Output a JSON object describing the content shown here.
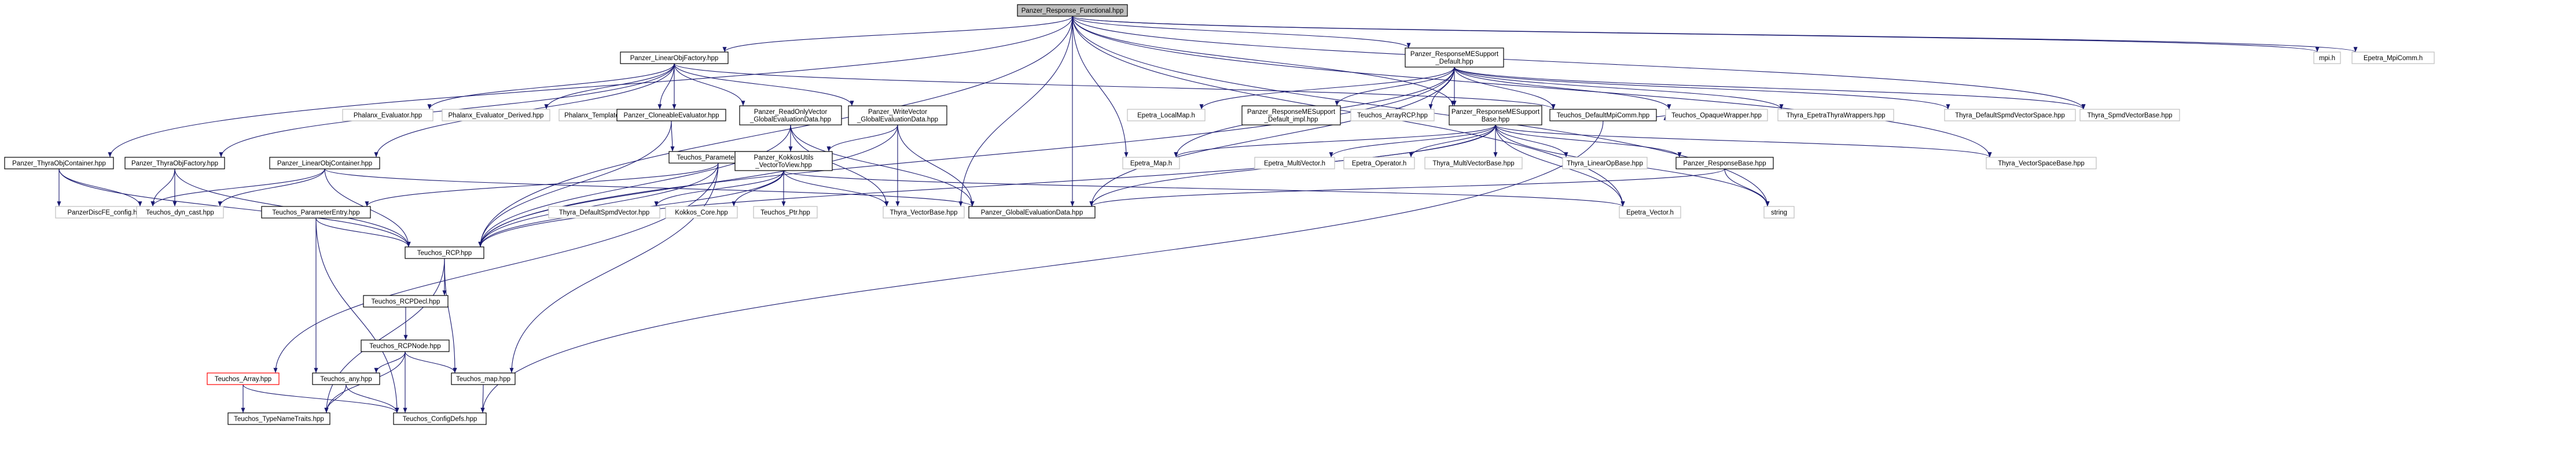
{
  "nodes": [
    {
      "id": "root",
      "lines": [
        "Panzer_Response_Functional.hpp"
      ],
      "style": "root"
    },
    {
      "id": "linobj",
      "lines": [
        "Panzer_LinearObjFactory.hpp"
      ],
      "style": "normal"
    },
    {
      "id": "rme",
      "lines": [
        "Panzer_ResponseMESupport",
        "_Default.hpp"
      ],
      "style": "normal"
    },
    {
      "id": "mpi",
      "lines": [
        "mpi.h"
      ],
      "style": "gray"
    },
    {
      "id": "mpicomm",
      "lines": [
        "Epetra_MpiComm.h"
      ],
      "style": "gray"
    },
    {
      "id": "thyraobjc",
      "lines": [
        "Panzer_ThyraObjContainer.hpp"
      ],
      "style": "normal"
    },
    {
      "id": "thyraobjf",
      "lines": [
        "Panzer_ThyraObjFactory.hpp"
      ],
      "style": "normal"
    },
    {
      "id": "linobjc",
      "lines": [
        "Panzer_LinearObjContainer.hpp"
      ],
      "style": "normal"
    },
    {
      "id": "phxeval",
      "lines": [
        "Phalanx_Evaluator.hpp"
      ],
      "style": "gray"
    },
    {
      "id": "phxder",
      "lines": [
        "Phalanx_Evaluator_Derived.hpp"
      ],
      "style": "gray"
    },
    {
      "id": "phxtm",
      "lines": [
        "Phalanx_TemplateManager.hpp"
      ],
      "style": "gray"
    },
    {
      "id": "cloneable",
      "lines": [
        "Panzer_CloneableEvaluator.hpp"
      ],
      "style": "normal"
    },
    {
      "id": "readonly",
      "lines": [
        "Panzer_ReadOnlyVector",
        "_GlobalEvaluationData.hpp"
      ],
      "style": "normal"
    },
    {
      "id": "writevec",
      "lines": [
        "Panzer_WriteVector",
        "_GlobalEvaluationData.hpp"
      ],
      "style": "normal"
    },
    {
      "id": "lmap",
      "lines": [
        "Epetra_LocalMap.h"
      ],
      "style": "gray"
    },
    {
      "id": "rmeimpl",
      "lines": [
        "Panzer_ResponseMESupport",
        "_Default_impl.hpp"
      ],
      "style": "normal"
    },
    {
      "id": "arrayrcp",
      "lines": [
        "Teuchos_ArrayRCP.hpp"
      ],
      "style": "gray"
    },
    {
      "id": "rmebase",
      "lines": [
        "Panzer_ResponseMESupport",
        "Base.hpp"
      ],
      "style": "normal"
    },
    {
      "id": "defmpi",
      "lines": [
        "Teuchos_DefaultMpiComm.hpp"
      ],
      "style": "normal"
    },
    {
      "id": "opaque",
      "lines": [
        "Teuchos_OpaqueWrapper.hpp"
      ],
      "style": "gray"
    },
    {
      "id": "thyraew",
      "lines": [
        "Thyra_EpetraThyraWrappers.hpp"
      ],
      "style": "gray"
    },
    {
      "id": "thyradsv",
      "lines": [
        "Thyra_DefaultSpmdVectorSpace.hpp"
      ],
      "style": "gray"
    },
    {
      "id": "thyrasvb",
      "lines": [
        "Thyra_SpmdVectorBase.hpp"
      ],
      "style": "gray"
    },
    {
      "id": "paramlist",
      "lines": [
        "Teuchos_ParameterList.hpp"
      ],
      "style": "normal"
    },
    {
      "id": "kokkos",
      "lines": [
        "Panzer_KokkosUtils",
        "_VectorToView.hpp"
      ],
      "style": "normal"
    },
    {
      "id": "emap",
      "lines": [
        "Epetra_Map.h"
      ],
      "style": "gray"
    },
    {
      "id": "emv",
      "lines": [
        "Epetra_MultiVector.h"
      ],
      "style": "gray"
    },
    {
      "id": "eop",
      "lines": [
        "Epetra_Operator.h"
      ],
      "style": "gray"
    },
    {
      "id": "tmvb",
      "lines": [
        "Thyra_MultiVectorBase.hpp"
      ],
      "style": "gray"
    },
    {
      "id": "tlob",
      "lines": [
        "Thyra_LinearOpBase.hpp"
      ],
      "style": "gray"
    },
    {
      "id": "respbase",
      "lines": [
        "Panzer_ResponseBase.hpp"
      ],
      "style": "normal"
    },
    {
      "id": "tvsb",
      "lines": [
        "Thyra_VectorSpaceBase.hpp"
      ],
      "style": "gray"
    },
    {
      "id": "pdfe",
      "lines": [
        "PanzerDiscFE_config.hpp"
      ],
      "style": "gray"
    },
    {
      "id": "dyncast",
      "lines": [
        "Teuchos_dyn_cast.hpp"
      ],
      "style": "gray"
    },
    {
      "id": "paramentry",
      "lines": [
        "Teuchos_ParameterEntry.hpp"
      ],
      "style": "normal"
    },
    {
      "id": "tdsv",
      "lines": [
        "Thyra_DefaultSpmdVector.hpp"
      ],
      "style": "gray"
    },
    {
      "id": "kcore",
      "lines": [
        "Kokkos_Core.hpp"
      ],
      "style": "gray"
    },
    {
      "id": "tptr",
      "lines": [
        "Teuchos_Ptr.hpp"
      ],
      "style": "gray"
    },
    {
      "id": "tvb",
      "lines": [
        "Thyra_VectorBase.hpp"
      ],
      "style": "gray"
    },
    {
      "id": "ged",
      "lines": [
        "Panzer_GlobalEvaluationData.hpp"
      ],
      "style": "normal"
    },
    {
      "id": "evec",
      "lines": [
        "Epetra_Vector.h"
      ],
      "style": "gray"
    },
    {
      "id": "string",
      "lines": [
        "string"
      ],
      "style": "gray"
    },
    {
      "id": "rcp",
      "lines": [
        "Teuchos_RCP.hpp"
      ],
      "style": "normal"
    },
    {
      "id": "rcpdecl",
      "lines": [
        "Teuchos_RCPDecl.hpp"
      ],
      "style": "normal"
    },
    {
      "id": "rcpnode",
      "lines": [
        "Teuchos_RCPNode.hpp"
      ],
      "style": "normal"
    },
    {
      "id": "tarray",
      "lines": [
        "Teuchos_Array.hpp"
      ],
      "style": "red"
    },
    {
      "id": "tany",
      "lines": [
        "Teuchos_any.hpp"
      ],
      "style": "normal"
    },
    {
      "id": "tmap",
      "lines": [
        "Teuchos_map.hpp"
      ],
      "style": "normal"
    },
    {
      "id": "ttnt",
      "lines": [
        "Teuchos_TypeNameTraits.hpp"
      ],
      "style": "normal"
    },
    {
      "id": "tcfg",
      "lines": [
        "Teuchos_ConfigDefs.hpp"
      ],
      "style": "normal"
    }
  ],
  "edges": [
    [
      "root",
      "linobj"
    ],
    [
      "root",
      "rme"
    ],
    [
      "root",
      "mpi"
    ],
    [
      "root",
      "mpicomm"
    ],
    [
      "root",
      "thyraobjc"
    ],
    [
      "root",
      "emap"
    ],
    [
      "root",
      "tvb"
    ],
    [
      "root",
      "ged"
    ],
    [
      "root",
      "rcp"
    ],
    [
      "root",
      "evec"
    ],
    [
      "root",
      "string"
    ],
    [
      "root",
      "tvsb"
    ],
    [
      "root",
      "rmebase"
    ],
    [
      "root",
      "thyrasvb"
    ],
    [
      "linobj",
      "thyraobjf"
    ],
    [
      "linobj",
      "linobjc"
    ],
    [
      "linobj",
      "phxeval"
    ],
    [
      "linobj",
      "phxder"
    ],
    [
      "linobj",
      "phxtm"
    ],
    [
      "linobj",
      "cloneable"
    ],
    [
      "linobj",
      "readonly"
    ],
    [
      "linobj",
      "writevec"
    ],
    [
      "linobj",
      "defmpi"
    ],
    [
      "rme",
      "lmap"
    ],
    [
      "rme",
      "rmeimpl"
    ],
    [
      "rme",
      "arrayrcp"
    ],
    [
      "rme",
      "rmebase"
    ],
    [
      "rme",
      "defmpi"
    ],
    [
      "rme",
      "opaque"
    ],
    [
      "rme",
      "thyraew"
    ],
    [
      "rme",
      "thyradsv"
    ],
    [
      "rme",
      "thyrasvb"
    ],
    [
      "rme",
      "emap"
    ],
    [
      "rme",
      "rcp"
    ],
    [
      "rme",
      "ged"
    ],
    [
      "thyraobjc",
      "pdfe"
    ],
    [
      "thyraobjc",
      "dyncast"
    ],
    [
      "thyraobjc",
      "rcp"
    ],
    [
      "thyraobjf",
      "pdfe"
    ],
    [
      "thyraobjf",
      "dyncast"
    ],
    [
      "thyraobjf",
      "rcp"
    ],
    [
      "linobjc",
      "pdfe"
    ],
    [
      "linobjc",
      "dyncast"
    ],
    [
      "linobjc",
      "rcp"
    ],
    [
      "linobjc",
      "ged"
    ],
    [
      "cloneable",
      "rcp"
    ],
    [
      "cloneable",
      "paramlist"
    ],
    [
      "readonly",
      "kokkos"
    ],
    [
      "readonly",
      "tvb"
    ],
    [
      "readonly",
      "ged"
    ],
    [
      "readonly",
      "rcp"
    ],
    [
      "writevec",
      "kokkos"
    ],
    [
      "writevec",
      "tvb"
    ],
    [
      "writevec",
      "ged"
    ],
    [
      "writevec",
      "rcp"
    ],
    [
      "paramlist",
      "paramentry"
    ],
    [
      "paramlist",
      "rcp"
    ],
    [
      "paramlist",
      "tarray"
    ],
    [
      "paramlist",
      "tmap"
    ],
    [
      "kokkos",
      "tdsv"
    ],
    [
      "kokkos",
      "kcore"
    ],
    [
      "kokkos",
      "tptr"
    ],
    [
      "kokkos",
      "tvb"
    ],
    [
      "kokkos",
      "rcp"
    ],
    [
      "kokkos",
      "evec"
    ],
    [
      "rmebase",
      "emap"
    ],
    [
      "rmebase",
      "emv"
    ],
    [
      "rmebase",
      "eop"
    ],
    [
      "rmebase",
      "tmvb"
    ],
    [
      "rmebase",
      "tlob"
    ],
    [
      "rmebase",
      "respbase"
    ],
    [
      "rmebase",
      "evec"
    ],
    [
      "rmebase",
      "string"
    ],
    [
      "rmebase",
      "rcp"
    ],
    [
      "rmebase",
      "tvsb"
    ],
    [
      "rmebase",
      "ged"
    ],
    [
      "respbase",
      "string"
    ],
    [
      "respbase",
      "ged"
    ],
    [
      "paramentry",
      "rcp"
    ],
    [
      "paramentry",
      "tany"
    ],
    [
      "paramentry",
      "tcfg"
    ],
    [
      "rcp",
      "rcpdecl"
    ],
    [
      "rcp",
      "tmap"
    ],
    [
      "rcp",
      "ttnt"
    ],
    [
      "rcpdecl",
      "rcpnode"
    ],
    [
      "rcpnode",
      "tany"
    ],
    [
      "rcpnode",
      "tmap"
    ],
    [
      "rcpnode",
      "ttnt"
    ],
    [
      "rcpnode",
      "tcfg"
    ],
    [
      "tarray",
      "tcfg"
    ],
    [
      "tarray",
      "ttnt"
    ],
    [
      "tany",
      "ttnt"
    ],
    [
      "tany",
      "tcfg"
    ],
    [
      "tmap",
      "tcfg"
    ],
    [
      "defmpi",
      "opaque"
    ],
    [
      "defmpi",
      "tcfg"
    ]
  ]
}
